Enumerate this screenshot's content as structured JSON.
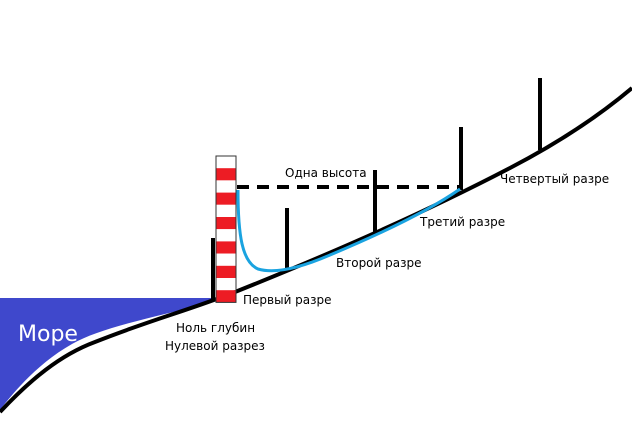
{
  "labels": {
    "sea": "Море",
    "zero_depth": "Ноль глубин",
    "zero_section": "Нулевой разрез",
    "first_section": "Первый разре",
    "second_section": "Второй разре",
    "third_section": "Третий разре",
    "fourth_section": "Четвертый разре",
    "one_height": "Одна высота"
  },
  "colors": {
    "sea": "#3f48cc",
    "ground": "#000000",
    "water_curve": "#1aa3e0",
    "pole_red": "#ed1c24",
    "pole_white": "#ffffff",
    "background": "#ffffff"
  }
}
